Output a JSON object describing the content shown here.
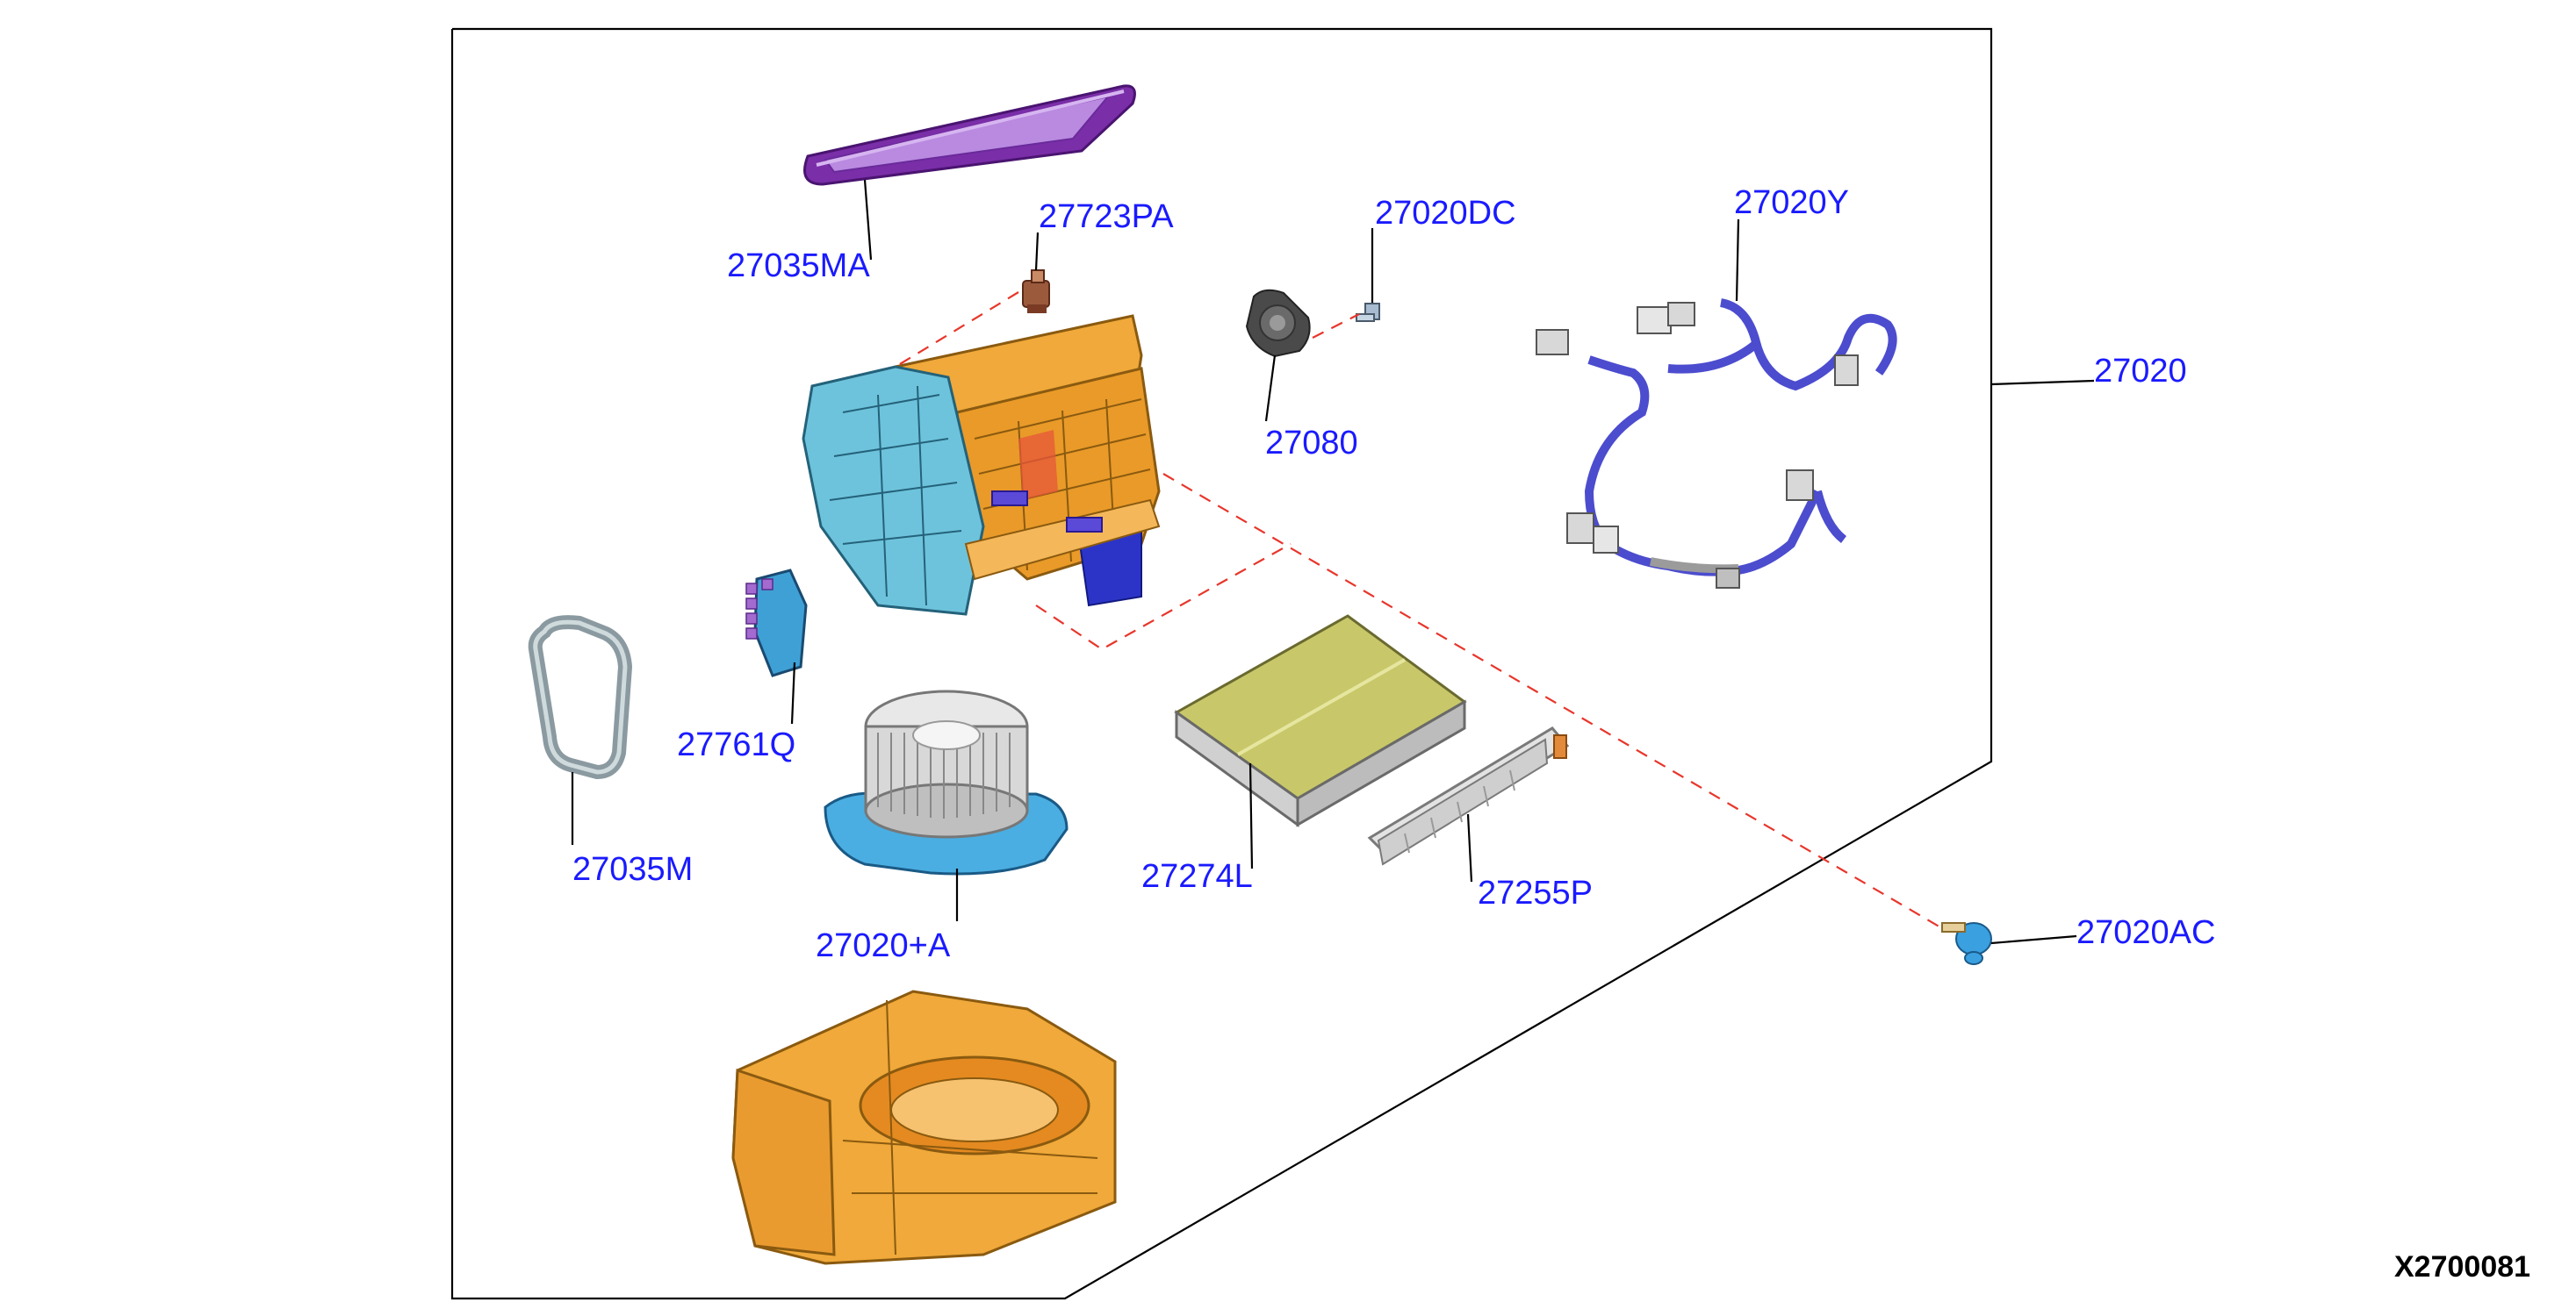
{
  "diagram": {
    "reference_code": "X2700081",
    "colors": {
      "label": "#1a1aff",
      "leader": "#000000",
      "dashed_guide": "#e8362b",
      "housing": "#f0a93a",
      "duct": "#6ec3dc",
      "gasket_purple": "#9b4fc9",
      "harness": "#4c4ccf",
      "filter": "#c8c86a"
    },
    "parts": [
      {
        "id": "27035MA",
        "label": "27035MA",
        "icon": "gasket-icon"
      },
      {
        "id": "27723PA",
        "label": "27723PA",
        "icon": "connector-icon"
      },
      {
        "id": "27020DC",
        "label": "27020DC",
        "icon": "screw-icon"
      },
      {
        "id": "27020Y",
        "label": "27020Y",
        "icon": "wire-harness-icon"
      },
      {
        "id": "27020",
        "label": "27020",
        "icon": "heater-unit-icon"
      },
      {
        "id": "27080",
        "label": "27080",
        "icon": "actuator-icon"
      },
      {
        "id": "27761Q",
        "label": "27761Q",
        "icon": "resistor-icon"
      },
      {
        "id": "27035M",
        "label": "27035M",
        "icon": "seal-ring-icon"
      },
      {
        "id": "27274L",
        "label": "27274L",
        "icon": "air-filter-icon"
      },
      {
        "id": "27255P",
        "label": "27255P",
        "icon": "filter-cover-icon"
      },
      {
        "id": "27020+A",
        "label": "27020+A",
        "icon": "blower-motor-icon"
      },
      {
        "id": "27020AC",
        "label": "27020AC",
        "icon": "clip-icon"
      }
    ]
  }
}
